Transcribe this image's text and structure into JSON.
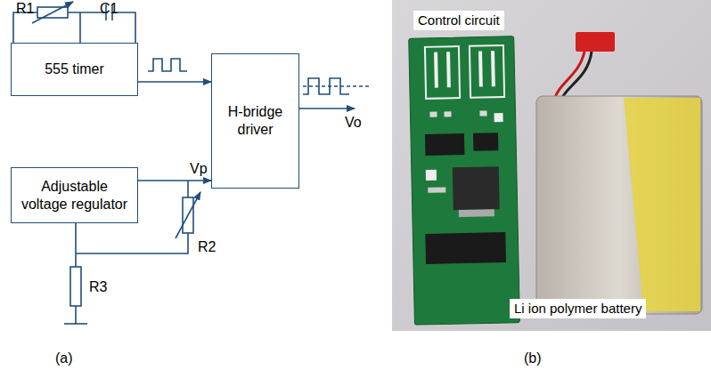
{
  "diagram": {
    "nodes": [
      {
        "text": [
          "555 timer"
        ]
      },
      {
        "text": [
          "H-bridge driver"
        ]
      },
      {
        "text": [
          "Adjustable voltage regulator"
        ]
      }
    ],
    "edges": [
      {
        "from": 0,
        "to": 1,
        "arrow": "to"
      },
      {
        "from": 2,
        "to": 1,
        "arrow": "to"
      }
    ],
    "labels": [
      "R1",
      "C1",
      "Vp",
      "Vo",
      "R2",
      "R3",
      "(a)",
      "(b)",
      "Control circuit",
      "Li ion polymer battery"
    ]
  }
}
